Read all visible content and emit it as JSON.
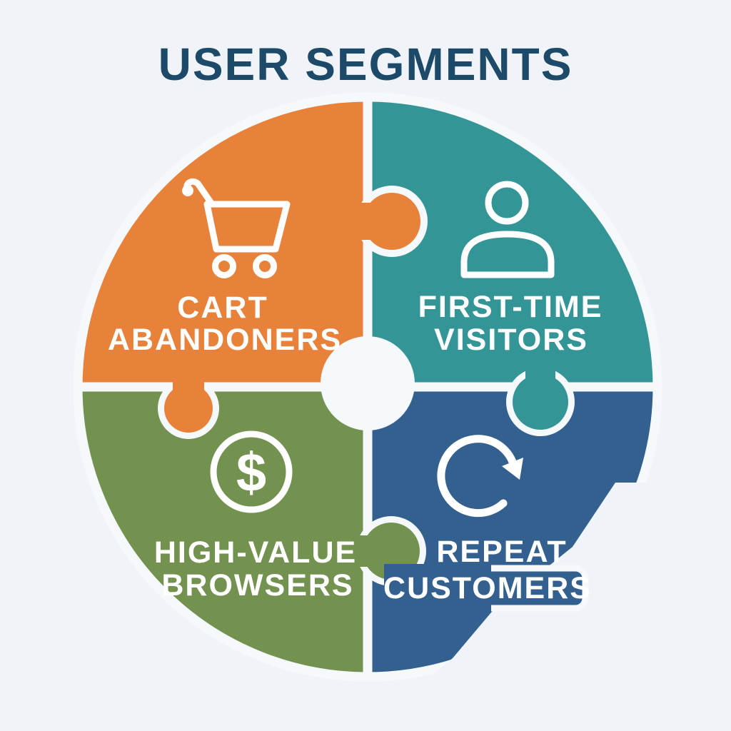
{
  "title": "USER SEGMENTS",
  "colors": {
    "background": "#F0F4F8",
    "seam_white": "#F6F9FB",
    "title_text": "#1D4A68",
    "label_text": "#FFFFFF",
    "orange": "#E8813A",
    "teal": "#349597",
    "green": "#739250",
    "blue": "#33608F"
  },
  "segments": [
    {
      "id": "cart-abandoners",
      "position": "top-left",
      "color": "#E8813A",
      "icon": "cart-icon",
      "line1": "CART",
      "line2": "ABANDONERS"
    },
    {
      "id": "first-time-visitors",
      "position": "top-right",
      "color": "#349597",
      "icon": "person-icon",
      "line1": "FIRST-TIME",
      "line2": "VISITORS"
    },
    {
      "id": "high-value-browsers",
      "position": "bottom-left",
      "color": "#739250",
      "icon": "dollar-icon",
      "line1": "HIGH-VALUE",
      "line2": "BROWSERS"
    },
    {
      "id": "repeat-customers",
      "position": "bottom-right",
      "color": "#33608F",
      "icon": "refresh-icon",
      "line1": "REPEAT",
      "line2": "CUSTOMERS"
    }
  ],
  "icons": {
    "dollar_glyph": "$"
  }
}
